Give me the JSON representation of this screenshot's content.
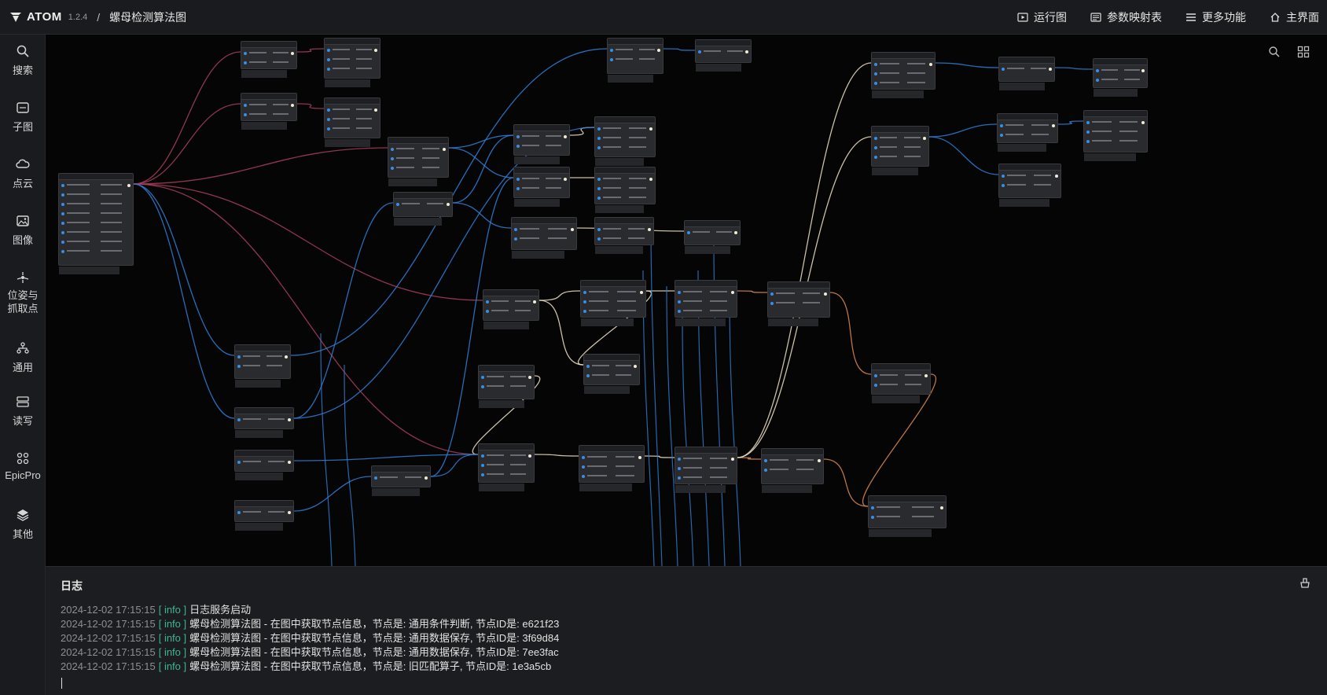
{
  "app": {
    "name": "ATOM",
    "version": "1.2.4",
    "separator": "/",
    "graph_title": "螺母检测算法图"
  },
  "topnav": [
    {
      "id": "run-graph",
      "label": "运行图",
      "icon": "play-square-icon"
    },
    {
      "id": "param-map",
      "label": "参数映射表",
      "icon": "table-icon"
    },
    {
      "id": "more",
      "label": "更多功能",
      "icon": "menu-icon"
    },
    {
      "id": "home",
      "label": "主界面",
      "icon": "home-icon"
    }
  ],
  "sidebar": [
    {
      "label": "搜索",
      "icon": "search-icon"
    },
    {
      "label": "子图",
      "icon": "subgraph-icon"
    },
    {
      "label": "点云",
      "icon": "cloud-icon"
    },
    {
      "label": "图像",
      "icon": "image-icon"
    },
    {
      "label": "位姿与抓取点",
      "icon": "pose-icon"
    },
    {
      "label": "通用",
      "icon": "general-icon"
    },
    {
      "label": "读写",
      "icon": "read-write-icon"
    },
    {
      "label": "EpicPro",
      "icon": "epicpro-icon"
    },
    {
      "label": "其他",
      "icon": "other-icon"
    }
  ],
  "colors": {
    "blue_edge": "#2f7fd6",
    "pink_edge": "#a8405c",
    "cream_edge": "#efe2c4",
    "orange_edge": "#d98b4e",
    "log_level": "#3fb58f"
  },
  "log": {
    "title": "日志",
    "entries": [
      {
        "ts": "2024-12-02 17:15:15",
        "level": "[ info ]",
        "msg": "日志服务启动"
      },
      {
        "ts": "2024-12-02 17:15:15",
        "level": "[ info ]",
        "msg": "螺母检测算法图 - 在图中获取节点信息，节点是: 通用条件判断, 节点ID是: e621f23"
      },
      {
        "ts": "2024-12-02 17:15:15",
        "level": "[ info ]",
        "msg": "螺母检测算法图 - 在图中获取节点信息，节点是: 通用数据保存, 节点ID是: 3f69d84"
      },
      {
        "ts": "2024-12-02 17:15:15",
        "level": "[ info ]",
        "msg": "螺母检测算法图 - 在图中获取节点信息，节点是: 通用数据保存, 节点ID是: 7ee3fac"
      },
      {
        "ts": "2024-12-02 17:15:15",
        "level": "[ info ]",
        "msg": "螺母检测算法图 - 在图中获取节点信息，节点是: 旧匹配算子, 节点ID是: 1e3a5cb"
      }
    ]
  }
}
